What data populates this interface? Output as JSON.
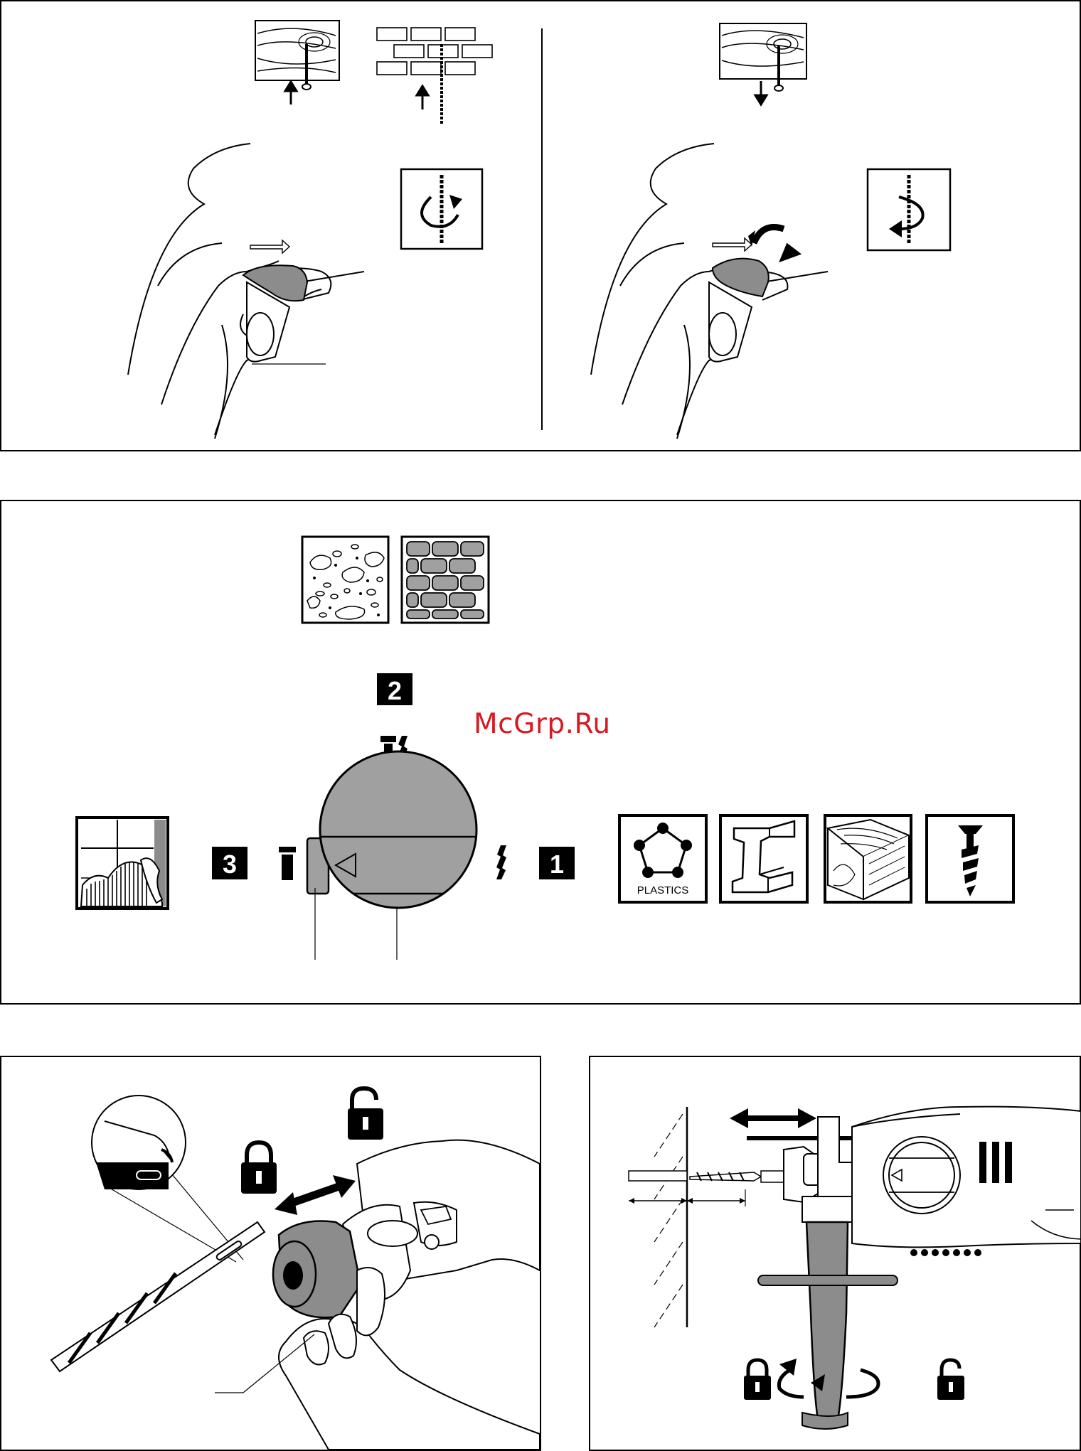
{
  "watermark": {
    "text": "McGrp.Ru"
  },
  "dial_panel": {
    "mode_labels": [
      "1",
      "2",
      "3"
    ],
    "plastics_label": "PLASTICS"
  },
  "colors": {
    "gray": "#a0a0a0",
    "dark_gray": "#8c8c8c",
    "watermark": "#d71920"
  },
  "icons": [
    "wood-screw-in-icon",
    "brick-drill-icon",
    "wood-screw-out-icon",
    "rotation-clockwise-icon",
    "rotation-counterclockwise-icon",
    "concrete-icon",
    "brick-wall-icon",
    "wall-chiselling-icon",
    "plastics-icon",
    "steel-beam-icon",
    "wood-board-icon",
    "screw-icon",
    "lock-icon",
    "unlock-icon",
    "double-arrow-icon",
    "hammer-drill-symbol-icon",
    "chisel-symbol-icon",
    "drill-bit-symbol-icon"
  ]
}
